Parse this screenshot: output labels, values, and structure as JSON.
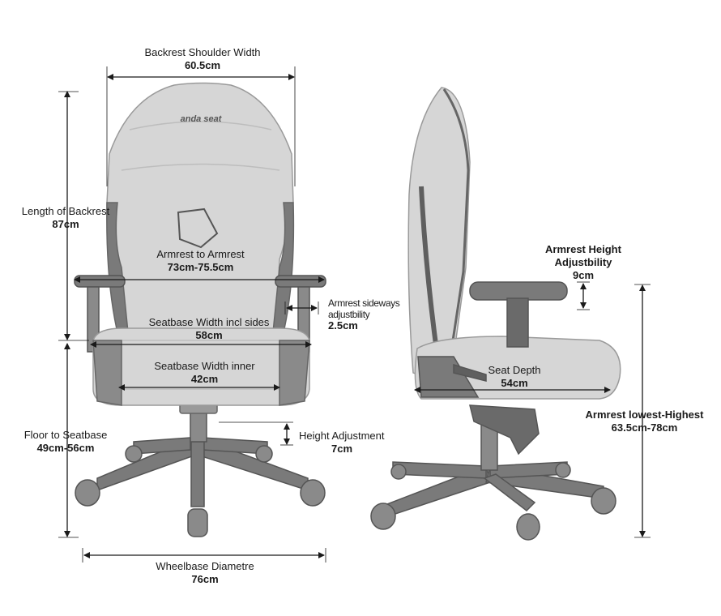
{
  "brand": {
    "logo_text": "anda seat"
  },
  "colors": {
    "chair_fill": "#d6d6d6",
    "chair_stroke": "#9a9a9a",
    "chair_dark": "#5f5f5f",
    "dimension_line": "#1a1a1a"
  },
  "dimensions": {
    "backrest_shoulder_width": {
      "label": "Backrest Shoulder Width",
      "value": "60.5cm"
    },
    "length_of_backrest": {
      "label": "Length of Backrest",
      "value": "87cm"
    },
    "armrest_to_armrest": {
      "label": "Armrest to Armrest",
      "value": "73cm-75.5cm"
    },
    "armrest_sideways": {
      "label_line1": "Armrest sideways",
      "label_line2": "adjustbility",
      "value": "2.5cm"
    },
    "seatbase_width_incl_sides": {
      "label": "Seatbase Width incl sides",
      "value": "58cm"
    },
    "seatbase_width_inner": {
      "label": "Seatbase Width inner",
      "value": "42cm"
    },
    "floor_to_seatbase": {
      "label": "Floor to Seatbase",
      "value": "49cm-56cm"
    },
    "height_adjustment": {
      "label": "Height Adjustment",
      "value": "7cm"
    },
    "wheelbase_diametre": {
      "label": "Wheelbase Diametre",
      "value": "76cm"
    },
    "armrest_height_adjustbility": {
      "label_line1": "Armrest Height",
      "label_line2": "Adjustbility",
      "value": "9cm"
    },
    "seat_depth": {
      "label": "Seat Depth",
      "value": "54cm"
    },
    "armrest_lowest_highest": {
      "label": "Armrest lowest-Highest",
      "value": "63.5cm-78cm"
    }
  }
}
